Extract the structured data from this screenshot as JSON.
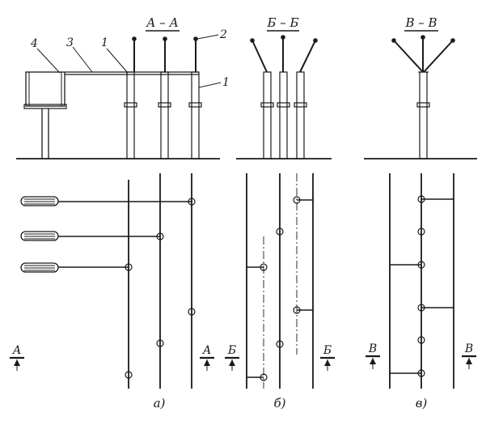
{
  "figure": {
    "section_titles": {
      "a": "А – А",
      "b": "Б – Б",
      "v": "В – В"
    },
    "leader_labels": {
      "label_4": "4",
      "label_3": "3",
      "label_1_top": "1",
      "label_2": "2",
      "label_1_right": "1"
    },
    "cut_marks": {
      "a_left": "А",
      "a_right": "А",
      "b_left": "Б",
      "b_right": "Б",
      "v_left": "В",
      "v_right": "В"
    },
    "subfigure_captions": {
      "a": "а)",
      "b": "б)",
      "v": "в)"
    }
  }
}
